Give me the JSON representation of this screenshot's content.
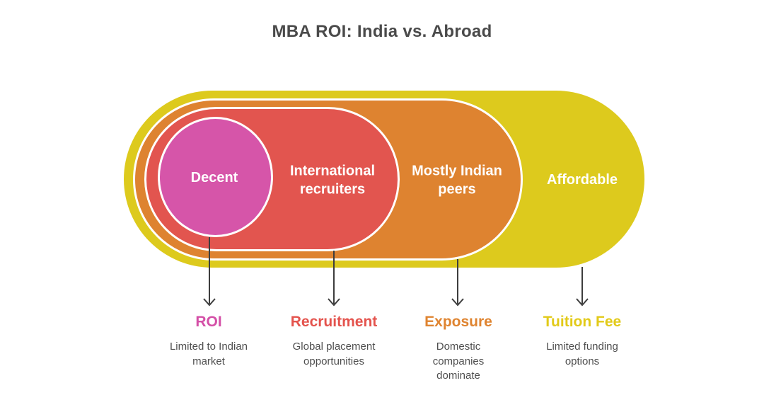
{
  "title": "MBA ROI: India vs. Abroad",
  "colors": {
    "ring-yellow": "#ddca1d",
    "ring-orange": "#de8330",
    "ring-red": "#e2554f",
    "ring-pink": "#d655a9",
    "label-pink": "#d44fa7",
    "label-red": "#e4534d",
    "label-orange": "#df8430",
    "label-yellow": "#e2ca19",
    "title-text": "#4a4a4a",
    "body-text": "#4f4f4f",
    "arrow": "#3d3d3d"
  },
  "diagram": {
    "rings": [
      {
        "name": "tuition-fee",
        "label": "Affordable",
        "color": "#ddca1d"
      },
      {
        "name": "exposure",
        "label": "Mostly Indian\npeers",
        "color": "#de8330"
      },
      {
        "name": "recruitment",
        "label": "International\nrecruiters",
        "color": "#e2554f"
      },
      {
        "name": "roi",
        "label": "Decent",
        "color": "#d655a9"
      }
    ]
  },
  "callouts": [
    {
      "title": "ROI",
      "color": "#d44fa7",
      "description": "Limited to Indian\nmarket"
    },
    {
      "title": "Recruitment",
      "color": "#e4534d",
      "description": "Global placement\nopportunities"
    },
    {
      "title": "Exposure",
      "color": "#df8430",
      "description": "Domestic\ncompanies\ndominate"
    },
    {
      "title": "Tuition Fee",
      "color": "#e2ca19",
      "description": "Limited funding\noptions"
    }
  ]
}
